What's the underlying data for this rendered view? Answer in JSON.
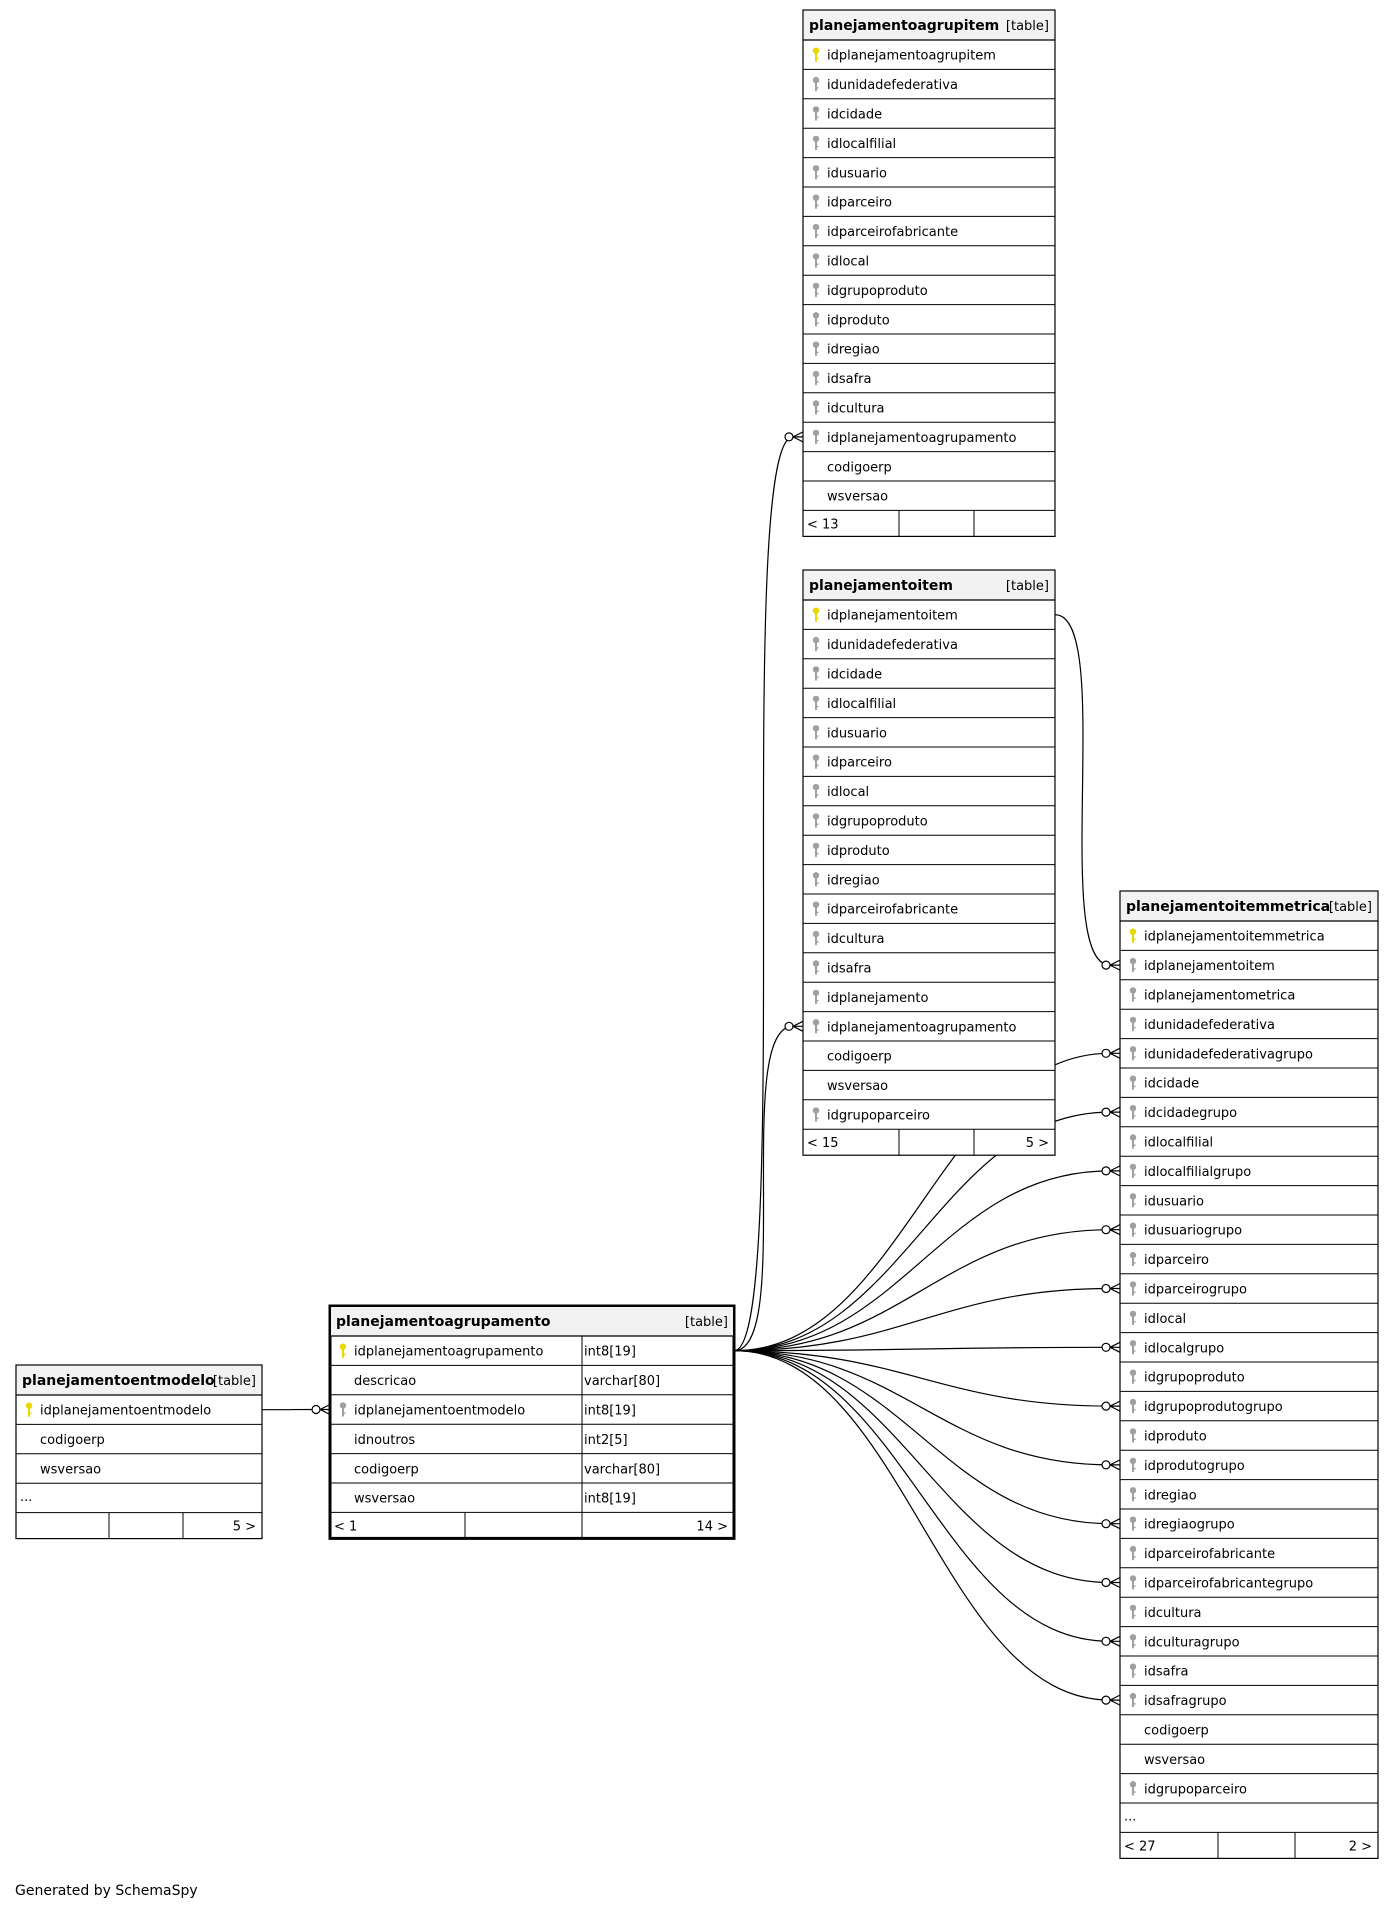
{
  "colors": {
    "pk_key": "#e8d800",
    "fk_key": "#a0a0a0",
    "header_bg": "#f2f2f2",
    "border": "#000000"
  },
  "footer": "Generated by SchemaSpy",
  "tables": [
    {
      "id": "planejamentoagrupitem",
      "name": "planejamentoagrupitem",
      "type_label": "[table]",
      "focus": false,
      "columns": [
        {
          "name": "idplanejamentoagrupitem",
          "key": "pk"
        },
        {
          "name": "idunidadefederativa",
          "key": "fk"
        },
        {
          "name": "idcidade",
          "key": "fk"
        },
        {
          "name": "idlocalfilial",
          "key": "fk"
        },
        {
          "name": "idusuario",
          "key": "fk"
        },
        {
          "name": "idparceiro",
          "key": "fk"
        },
        {
          "name": "idparceirofabricante",
          "key": "fk"
        },
        {
          "name": "idlocal",
          "key": "fk"
        },
        {
          "name": "idgrupoproduto",
          "key": "fk"
        },
        {
          "name": "idproduto",
          "key": "fk"
        },
        {
          "name": "idregiao",
          "key": "fk"
        },
        {
          "name": "idsafra",
          "key": "fk"
        },
        {
          "name": "idcultura",
          "key": "fk"
        },
        {
          "name": "idplanejamentoagrupamento",
          "key": "fk"
        },
        {
          "name": "codigoerp",
          "key": ""
        },
        {
          "name": "wsversao",
          "key": ""
        }
      ],
      "footer": {
        "left": "< 13",
        "right": ""
      }
    },
    {
      "id": "planejamentoitem",
      "name": "planejamentoitem",
      "type_label": "[table]",
      "focus": false,
      "columns": [
        {
          "name": "idplanejamentoitem",
          "key": "pk"
        },
        {
          "name": "idunidadefederativa",
          "key": "fk"
        },
        {
          "name": "idcidade",
          "key": "fk"
        },
        {
          "name": "idlocalfilial",
          "key": "fk"
        },
        {
          "name": "idusuario",
          "key": "fk"
        },
        {
          "name": "idparceiro",
          "key": "fk"
        },
        {
          "name": "idlocal",
          "key": "fk"
        },
        {
          "name": "idgrupoproduto",
          "key": "fk"
        },
        {
          "name": "idproduto",
          "key": "fk"
        },
        {
          "name": "idregiao",
          "key": "fk"
        },
        {
          "name": "idparceirofabricante",
          "key": "fk"
        },
        {
          "name": "idcultura",
          "key": "fk"
        },
        {
          "name": "idsafra",
          "key": "fk"
        },
        {
          "name": "idplanejamento",
          "key": "fk"
        },
        {
          "name": "idplanejamentoagrupamento",
          "key": "fk"
        },
        {
          "name": "codigoerp",
          "key": ""
        },
        {
          "name": "wsversao",
          "key": ""
        },
        {
          "name": "idgrupoparceiro",
          "key": "fk"
        }
      ],
      "footer": {
        "left": "< 15",
        "right": "5 >"
      }
    },
    {
      "id": "planejamentoitemmetrica",
      "name": "planejamentoitemmetrica",
      "type_label": "[table]",
      "focus": false,
      "columns": [
        {
          "name": "idplanejamentoitemmetrica",
          "key": "pk"
        },
        {
          "name": "idplanejamentoitem",
          "key": "fk"
        },
        {
          "name": "idplanejamentometrica",
          "key": "fk"
        },
        {
          "name": "idunidadefederativa",
          "key": "fk"
        },
        {
          "name": "idunidadefederativagrupo",
          "key": "fk"
        },
        {
          "name": "idcidade",
          "key": "fk"
        },
        {
          "name": "idcidadegrupo",
          "key": "fk"
        },
        {
          "name": "idlocalfilial",
          "key": "fk"
        },
        {
          "name": "idlocalfilialgrupo",
          "key": "fk"
        },
        {
          "name": "idusuario",
          "key": "fk"
        },
        {
          "name": "idusuariogrupo",
          "key": "fk"
        },
        {
          "name": "idparceiro",
          "key": "fk"
        },
        {
          "name": "idparceirogrupo",
          "key": "fk"
        },
        {
          "name": "idlocal",
          "key": "fk"
        },
        {
          "name": "idlocalgrupo",
          "key": "fk"
        },
        {
          "name": "idgrupoproduto",
          "key": "fk"
        },
        {
          "name": "idgrupoprodutogrupo",
          "key": "fk"
        },
        {
          "name": "idproduto",
          "key": "fk"
        },
        {
          "name": "idprodutogrupo",
          "key": "fk"
        },
        {
          "name": "idregiao",
          "key": "fk"
        },
        {
          "name": "idregiaogrupo",
          "key": "fk"
        },
        {
          "name": "idparceirofabricante",
          "key": "fk"
        },
        {
          "name": "idparceirofabricantegrupo",
          "key": "fk"
        },
        {
          "name": "idcultura",
          "key": "fk"
        },
        {
          "name": "idculturagrupo",
          "key": "fk"
        },
        {
          "name": "idsafra",
          "key": "fk"
        },
        {
          "name": "idsafragrupo",
          "key": "fk"
        },
        {
          "name": "codigoerp",
          "key": ""
        },
        {
          "name": "wsversao",
          "key": ""
        },
        {
          "name": "idgrupoparceiro",
          "key": "fk"
        }
      ],
      "ellipsis": "...",
      "footer": {
        "left": "< 27",
        "right": "2 >"
      }
    },
    {
      "id": "planejamentoagrupamento",
      "name": "planejamentoagrupamento",
      "type_label": "[table]",
      "focus": true,
      "columns": [
        {
          "name": "idplanejamentoagrupamento",
          "key": "pk",
          "type": "int8[19]"
        },
        {
          "name": "descricao",
          "key": "",
          "type": "varchar[80]"
        },
        {
          "name": "idplanejamentoentmodelo",
          "key": "fk",
          "type": "int8[19]"
        },
        {
          "name": "idnoutros",
          "key": "",
          "type": "int2[5]"
        },
        {
          "name": "codigoerp",
          "key": "",
          "type": "varchar[80]"
        },
        {
          "name": "wsversao",
          "key": "",
          "type": "int8[19]"
        }
      ],
      "footer": {
        "left": "< 1",
        "right": "14 >"
      }
    },
    {
      "id": "planejamentoentmodelo",
      "name": "planejamentoentmodelo",
      "type_label": "[table]",
      "focus": false,
      "columns": [
        {
          "name": "idplanejamentoentmodelo",
          "key": "pk"
        },
        {
          "name": "codigoerp",
          "key": ""
        },
        {
          "name": "wsversao",
          "key": ""
        }
      ],
      "ellipsis": "...",
      "footer": {
        "left": "",
        "right": "5 >"
      }
    }
  ],
  "relationships": [
    {
      "from": "planejamentoagrupamento.idplanejamentoagrupamento",
      "to": "planejamentoagrupitem.idplanejamentoagrupamento"
    },
    {
      "from": "planejamentoagrupamento.idplanejamentoagrupamento",
      "to": "planejamentoitem.idplanejamentoagrupamento"
    },
    {
      "from": "planejamentoitem.idplanejamentoitem",
      "to": "planejamentoitemmetrica.idplanejamentoitem"
    },
    {
      "from": "planejamentoentmodelo.idplanejamentoentmodelo",
      "to": "planejamentoagrupamento.idplanejamentoentmodelo"
    },
    {
      "from": "planejamentoagrupamento.idplanejamentoagrupamento",
      "to": "planejamentoitemmetrica.idunidadefederativagrupo"
    },
    {
      "from": "planejamentoagrupamento.idplanejamentoagrupamento",
      "to": "planejamentoitemmetrica.idcidadegrupo"
    },
    {
      "from": "planejamentoagrupamento.idplanejamentoagrupamento",
      "to": "planejamentoitemmetrica.idlocalfilialgrupo"
    },
    {
      "from": "planejamentoagrupamento.idplanejamentoagrupamento",
      "to": "planejamentoitemmetrica.idusuariogrupo"
    },
    {
      "from": "planejamentoagrupamento.idplanejamentoagrupamento",
      "to": "planejamentoitemmetrica.idparceirogrupo"
    },
    {
      "from": "planejamentoagrupamento.idplanejamentoagrupamento",
      "to": "planejamentoitemmetrica.idlocalgrupo"
    },
    {
      "from": "planejamentoagrupamento.idplanejamentoagrupamento",
      "to": "planejamentoitemmetrica.idgrupoprodutogrupo"
    },
    {
      "from": "planejamentoagrupamento.idplanejamentoagrupamento",
      "to": "planejamentoitemmetrica.idprodutogrupo"
    },
    {
      "from": "planejamentoagrupamento.idplanejamentoagrupamento",
      "to": "planejamentoitemmetrica.idregiaogrupo"
    },
    {
      "from": "planejamentoagrupamento.idplanejamentoagrupamento",
      "to": "planejamentoitemmetrica.idparceirofabricantegrupo"
    },
    {
      "from": "planejamentoagrupamento.idplanejamentoagrupamento",
      "to": "planejamentoitemmetrica.idculturagrupo"
    },
    {
      "from": "planejamentoagrupamento.idplanejamentoagrupamento",
      "to": "planejamentoitemmetrica.idsafragrupo"
    }
  ]
}
